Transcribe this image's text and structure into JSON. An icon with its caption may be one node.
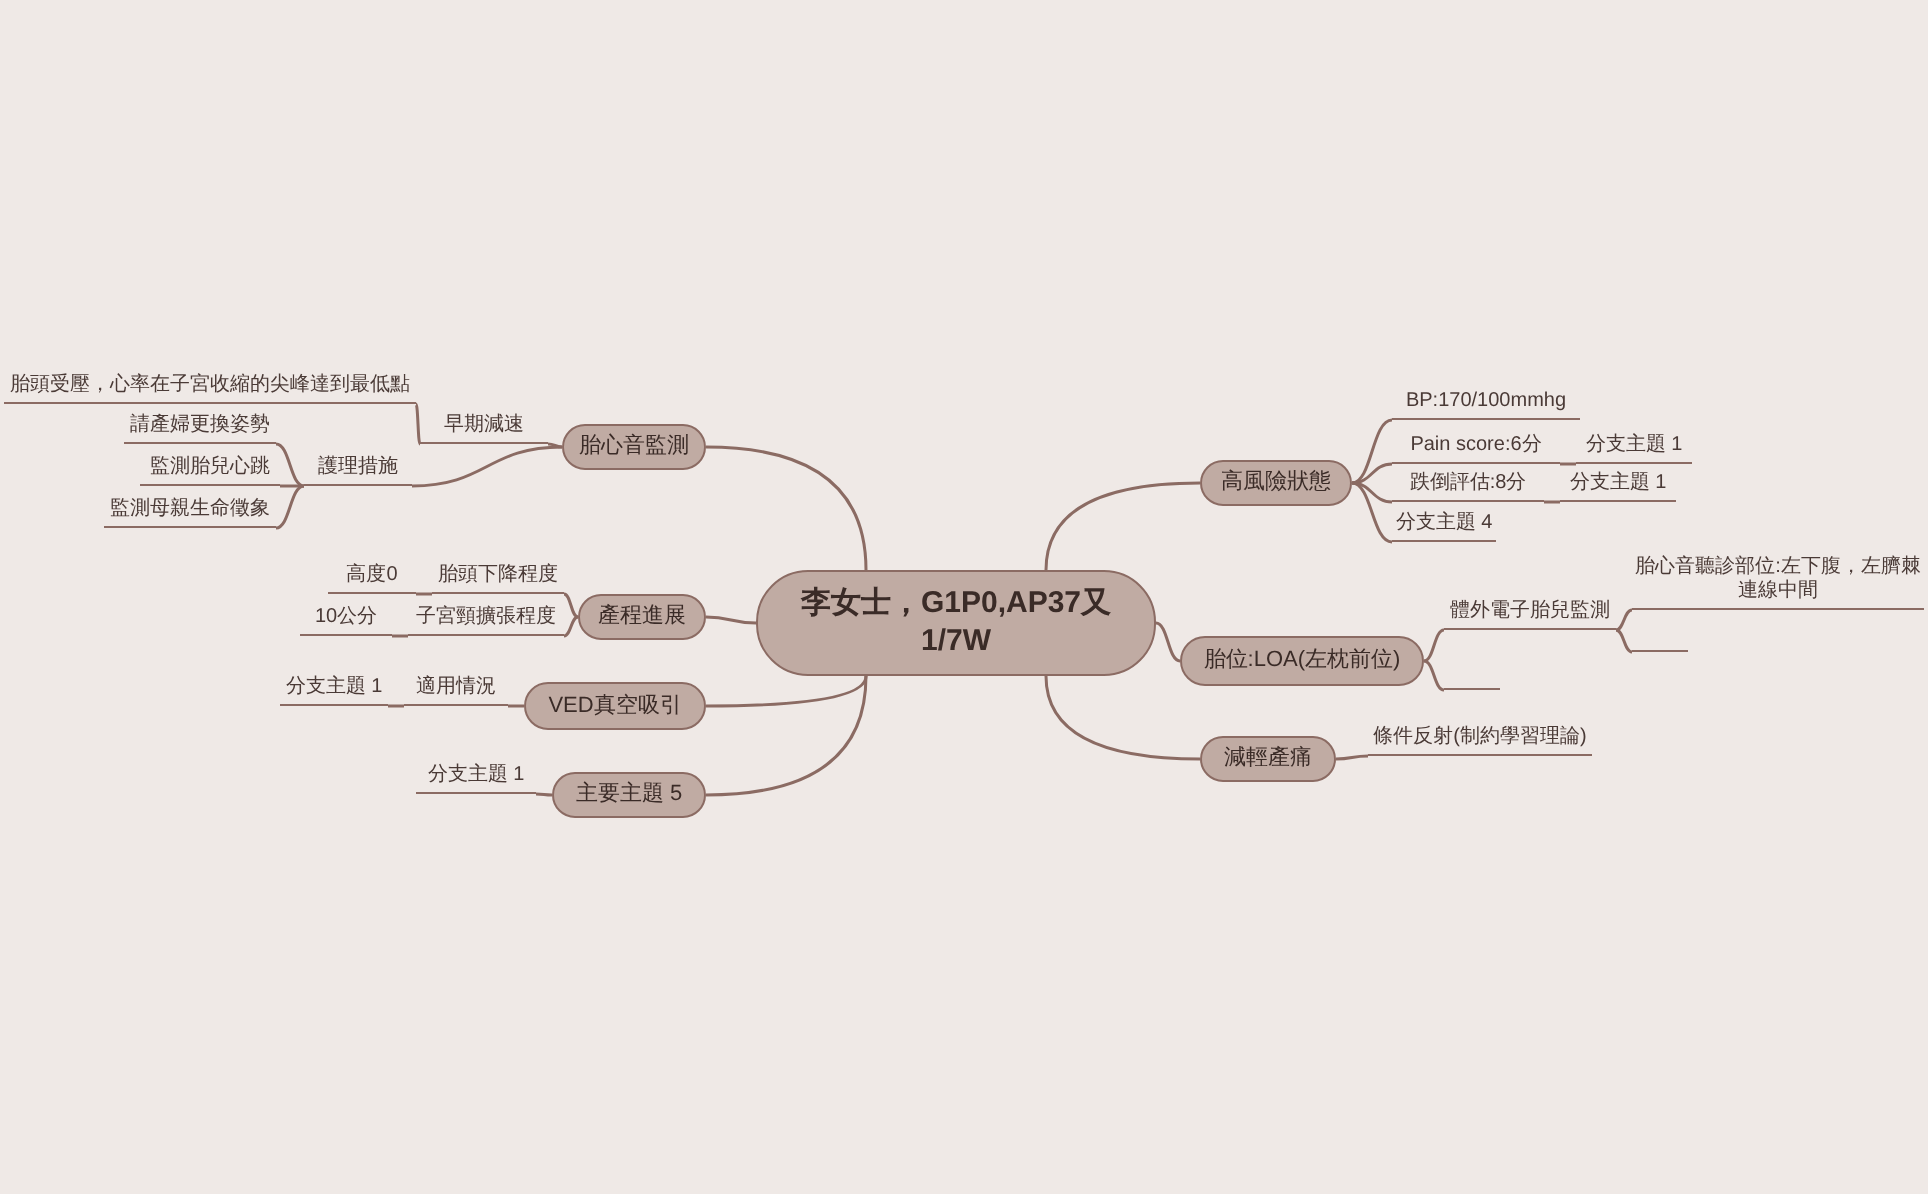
{
  "diagram": {
    "nodes": [
      {
        "text": [
          "李女士，G1P0,AP37又1/7W"
        ]
      },
      {
        "text": [
          "胎心音監測"
        ]
      },
      {
        "text": [
          "早期減速"
        ]
      },
      {
        "text": [
          "胎頭受壓，心率在子宮收縮的尖峰達到最低點"
        ]
      },
      {
        "text": [
          "護理措施"
        ]
      },
      {
        "text": [
          "請產婦更換姿勢"
        ]
      },
      {
        "text": [
          "監測胎兒心跳"
        ]
      },
      {
        "text": [
          "監測母親生命徵象"
        ]
      },
      {
        "text": [
          "產程進展"
        ]
      },
      {
        "text": [
          "胎頭下降程度"
        ]
      },
      {
        "text": [
          "高度0"
        ]
      },
      {
        "text": [
          "子宮頸擴張程度"
        ]
      },
      {
        "text": [
          "10公分"
        ]
      },
      {
        "text": [
          "VED真空吸引"
        ]
      },
      {
        "text": [
          "適用情況"
        ]
      },
      {
        "text": [
          "分支主題 1"
        ]
      },
      {
        "text": [
          "主要主題 5"
        ]
      },
      {
        "text": [
          "分支主題 1"
        ]
      },
      {
        "text": [
          "高風險狀態"
        ]
      },
      {
        "text": [
          "BP:170/100mmhg"
        ]
      },
      {
        "text": [
          "Pain score:6分"
        ]
      },
      {
        "text": [
          "分支主題 1"
        ]
      },
      {
        "text": [
          "跌倒評估:8分"
        ]
      },
      {
        "text": [
          "分支主題 1"
        ]
      },
      {
        "text": [
          "分支主題 4"
        ]
      },
      {
        "text": [
          "胎位:LOA(左枕前位)"
        ]
      },
      {
        "text": [
          "體外電子胎兒監測"
        ]
      },
      {
        "text": [
          "胎心音聽診部位:左下腹，左臍棘連線中間"
        ]
      },
      {
        "text": [],
        "shape": "line"
      },
      {
        "text": [],
        "shape": "line"
      },
      {
        "text": [
          "減輕產痛"
        ]
      },
      {
        "text": [
          "條件反射(制約學習理論)"
        ]
      }
    ],
    "edges": [
      {
        "from": 0,
        "to": 1,
        "arrow": "none"
      },
      {
        "from": 1,
        "to": 2,
        "arrow": "none"
      },
      {
        "from": 2,
        "to": 3,
        "arrow": "none"
      },
      {
        "from": 1,
        "to": 4,
        "arrow": "none"
      },
      {
        "from": 4,
        "to": 5,
        "arrow": "none"
      },
      {
        "from": 4,
        "to": 6,
        "arrow": "none"
      },
      {
        "from": 4,
        "to": 7,
        "arrow": "none"
      },
      {
        "from": 0,
        "to": 8,
        "arrow": "none"
      },
      {
        "from": 8,
        "to": 9,
        "arrow": "none"
      },
      {
        "from": 9,
        "to": 10,
        "arrow": "none"
      },
      {
        "from": 8,
        "to": 11,
        "arrow": "none"
      },
      {
        "from": 11,
        "to": 12,
        "arrow": "none"
      },
      {
        "from": 0,
        "to": 13,
        "arrow": "none"
      },
      {
        "from": 13,
        "to": 14,
        "arrow": "none"
      },
      {
        "from": 14,
        "to": 15,
        "arrow": "none"
      },
      {
        "from": 0,
        "to": 16,
        "arrow": "none"
      },
      {
        "from": 16,
        "to": 17,
        "arrow": "none"
      },
      {
        "from": 0,
        "to": 18,
        "arrow": "none"
      },
      {
        "from": 18,
        "to": 19,
        "arrow": "none"
      },
      {
        "from": 18,
        "to": 20,
        "arrow": "none"
      },
      {
        "from": 20,
        "to": 21,
        "arrow": "none"
      },
      {
        "from": 18,
        "to": 22,
        "arrow": "none"
      },
      {
        "from": 22,
        "to": 23,
        "arrow": "none"
      },
      {
        "from": 18,
        "to": 24,
        "arrow": "none"
      },
      {
        "from": 0,
        "to": 25,
        "arrow": "none"
      },
      {
        "from": 25,
        "to": 26,
        "arrow": "none"
      },
      {
        "from": 26,
        "to": 27,
        "arrow": "none"
      },
      {
        "from": 26,
        "to": 28,
        "arrow": "none"
      },
      {
        "from": 25,
        "to": 29,
        "arrow": "none"
      },
      {
        "from": 0,
        "to": 30,
        "arrow": "none"
      },
      {
        "from": 30,
        "to": 31,
        "arrow": "none"
      }
    ]
  }
}
